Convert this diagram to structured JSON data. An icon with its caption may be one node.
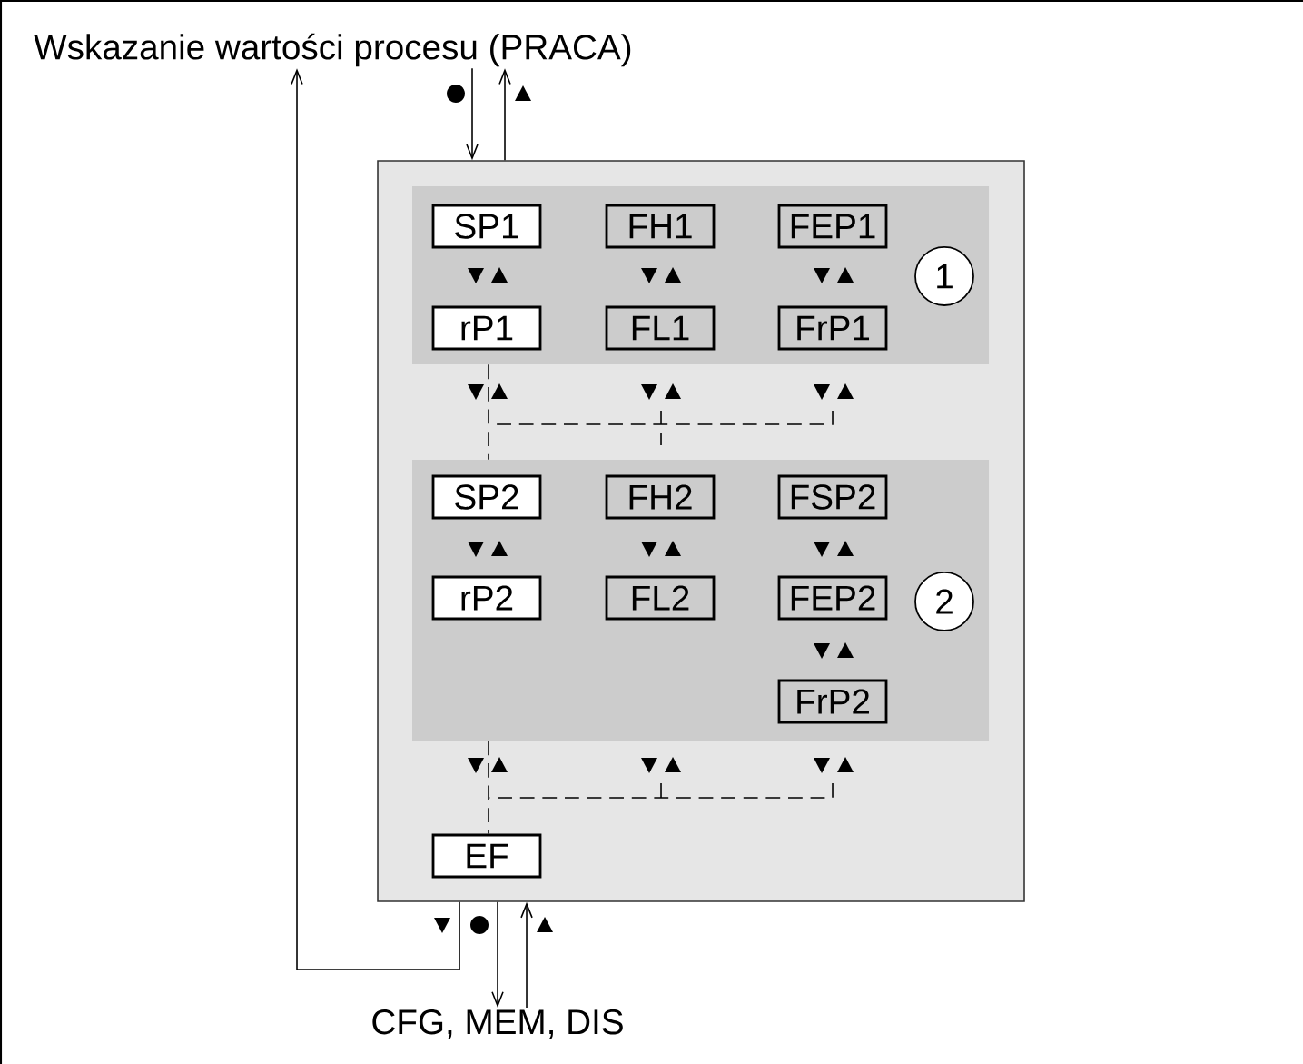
{
  "diagram": {
    "nodes": [
      {
        "text": [
          "Wskazanie wartości procesu (PRACA)"
        ]
      },
      {
        "text": [],
        "shape": "box"
      },
      {
        "text": [],
        "shape": "box",
        "in": 1
      },
      {
        "text": [
          "SP1"
        ],
        "in": 2
      },
      {
        "text": [
          "FH1"
        ],
        "in": 2
      },
      {
        "text": [
          "FEP1"
        ],
        "in": 2
      },
      {
        "text": [
          "rP1"
        ],
        "in": 2
      },
      {
        "text": [
          "FL1"
        ],
        "in": 2
      },
      {
        "text": [
          "FrP1"
        ],
        "in": 2
      },
      {
        "text": [
          "1"
        ],
        "in": 2
      },
      {
        "text": [],
        "shape": "box",
        "in": 1
      },
      {
        "text": [
          "SP2"
        ],
        "in": 10
      },
      {
        "text": [
          "FH2"
        ],
        "in": 10
      },
      {
        "text": [
          "FSP2"
        ],
        "in": 10
      },
      {
        "text": [
          "rP2"
        ],
        "in": 10
      },
      {
        "text": [
          "FL2"
        ],
        "in": 10
      },
      {
        "text": [
          "FEP2"
        ],
        "in": 10
      },
      {
        "text": [
          "FrP2"
        ],
        "in": 10
      },
      {
        "text": [
          "2"
        ],
        "in": 10
      },
      {
        "text": [
          "EF"
        ],
        "in": 1
      },
      {
        "text": [
          "CFG, MEM, DIS"
        ]
      }
    ],
    "edges": [
      {
        "from": 0,
        "to": 1,
        "arrow": "to"
      },
      {
        "from": 1,
        "to": 0,
        "arrow": "to"
      },
      {
        "from": 1,
        "to": 20,
        "arrow": "to"
      },
      {
        "from": 20,
        "to": 1,
        "arrow": "to"
      },
      {
        "from": 1,
        "to": 0,
        "arrow": "to"
      },
      {
        "from": 2,
        "to": 10,
        "arrow": "none",
        "style": "dashed"
      },
      {
        "from": 10,
        "to": 19,
        "arrow": "none",
        "style": "dashed"
      }
    ]
  }
}
